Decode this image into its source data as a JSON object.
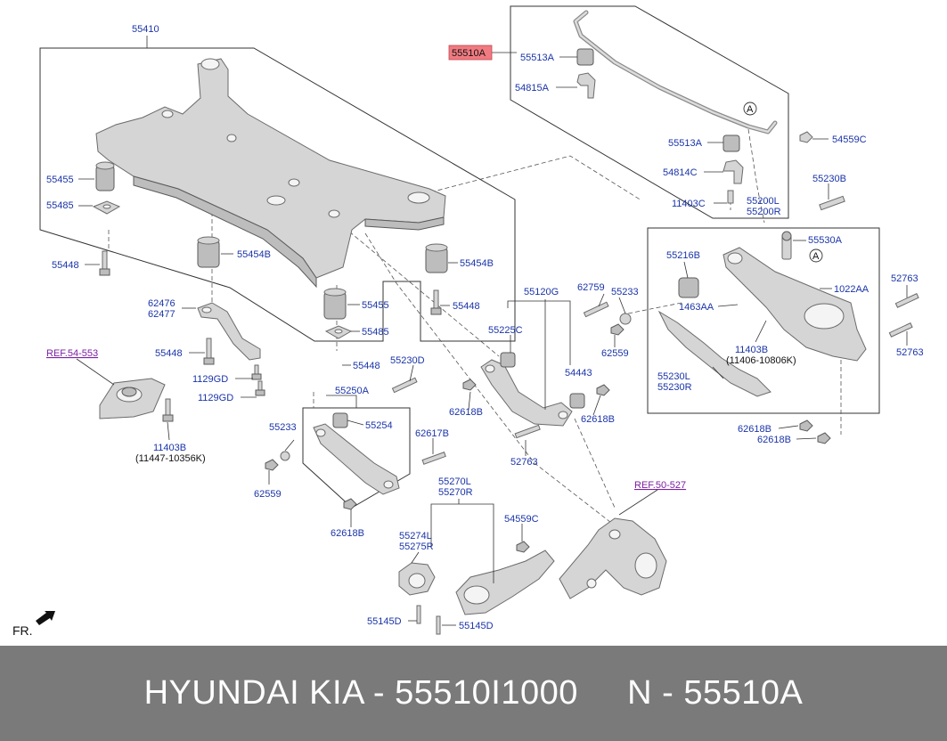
{
  "diagram": {
    "front_label": "FR.",
    "callout_letter": "A",
    "highlighted_part": "55510A",
    "parts": {
      "p55410": "55410",
      "p55455_a": "55455",
      "p55485_a": "55485",
      "p55448_a": "55448",
      "p55454B_a": "55454B",
      "p55454B_b": "55454B",
      "p55448_b": "55448",
      "p55455_b": "55455",
      "p55485_b": "55485",
      "p55448_c": "55448",
      "p62476": "62476",
      "p62477": "62477",
      "p55448_d": "55448",
      "p1129GD_a": "1129GD",
      "p1129GD_b": "1129GD",
      "p11403B_a": "11403B",
      "p11403B_a_range": "(11447-10356K)",
      "p55510A": "55510A",
      "p55513A_a": "55513A",
      "p54815A": "54815A",
      "p55513A_b": "55513A",
      "p54814C": "54814C",
      "p54559C_a": "54559C",
      "p11403C": "11403C",
      "p55200L": "55200L",
      "p55200R": "55200R",
      "p55230B": "55230B",
      "p55530A": "55530A",
      "p55216B": "55216B",
      "p1022AA": "1022AA",
      "p52763_a": "52763",
      "p1463AA": "1463AA",
      "p11403B_b": "11403B",
      "p11403B_b_range": "(11406-10806K)",
      "p52763_b": "52763",
      "p55230L": "55230L",
      "p55230R": "55230R",
      "p62618B_a": "62618B",
      "p62618B_b": "62618B",
      "p55120G": "55120G",
      "p62759": "62759",
      "p55233_a": "55233",
      "p55225C": "55225C",
      "p62559_a": "62559",
      "p54443": "54443",
      "p62618B_c": "62618B",
      "p62618B_d": "62618B",
      "p52763_c": "52763",
      "p55230D": "55230D",
      "p55250A": "55250A",
      "p55233_b": "55233",
      "p55254": "55254",
      "p62617B": "62617B",
      "p62559_b": "62559",
      "p62618B_e": "62618B",
      "p55270L": "55270L",
      "p55270R": "55270R",
      "p55274L": "55274L",
      "p55275R": "55275R",
      "p54559C_b": "54559C",
      "p55145D_a": "55145D",
      "p55145D_b": "55145D"
    },
    "references": {
      "ref_54_553": "REF.54-553",
      "ref_50_527": "REF.50-527"
    }
  },
  "footer": {
    "text": "HYUNDAI KIA - 55510I1000     N - 55510A"
  },
  "colors": {
    "label": "#1a34a8",
    "reference": "#7b1fa2",
    "highlight_fill": "#f07a80",
    "footer_bg": "#7a7a7a",
    "footer_text": "#ffffff"
  }
}
